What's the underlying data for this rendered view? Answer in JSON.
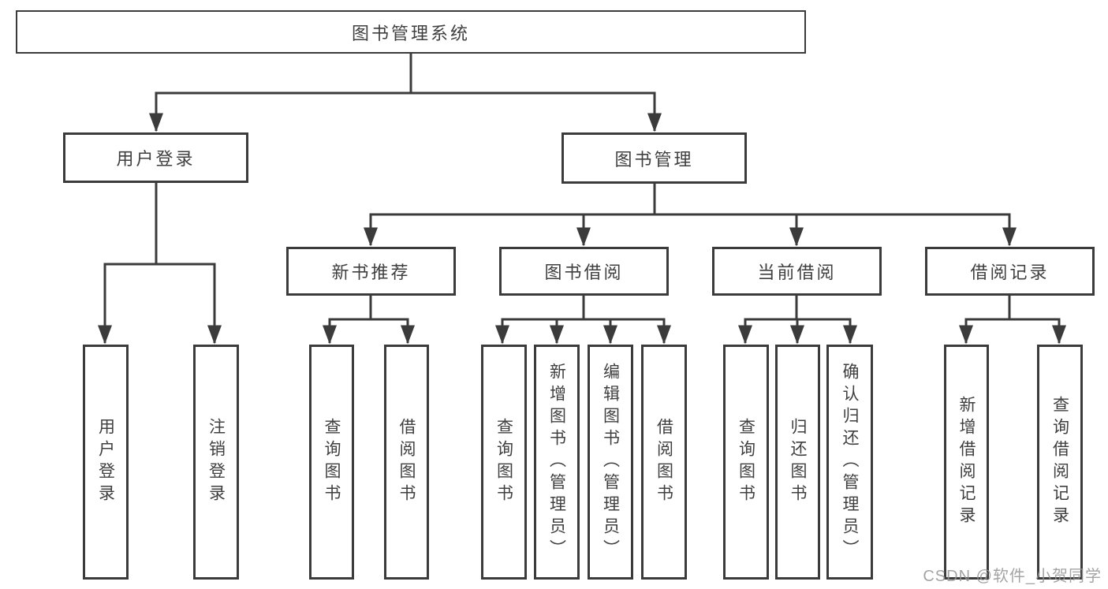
{
  "diagram": {
    "root": "图书管理系统",
    "branches": [
      {
        "label": "用户登录",
        "children": [
          "用户登录",
          "注销登录"
        ]
      },
      {
        "label": "图书管理",
        "children": [
          {
            "label": "新书推荐",
            "children": [
              "查询图书",
              "借阅图书"
            ]
          },
          {
            "label": "图书借阅",
            "children": [
              "查询图书",
              "新增图书（管理员）",
              "编辑图书（管理员）",
              "借阅图书"
            ]
          },
          {
            "label": "当前借阅",
            "children": [
              "查询图书",
              "归还图书",
              "确认归还（管理员）"
            ]
          },
          {
            "label": "借阅记录",
            "children": [
              "新增借阅记录",
              "查询借阅记录"
            ]
          }
        ]
      }
    ]
  },
  "colors": {
    "line": "#3b3b3b",
    "text": "#3f3f3f",
    "watermark": "#949494"
  },
  "watermark": "CSDN @软件_小贺同学"
}
